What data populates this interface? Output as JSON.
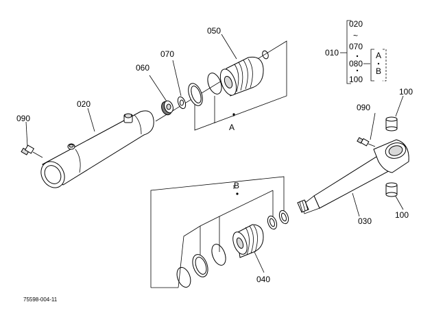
{
  "labels": {
    "l090_left": "090",
    "l020": "020",
    "l060": "060",
    "l070": "070",
    "l050": "050",
    "lA_top": "A",
    "l010": "010",
    "g020": "020",
    "g_tilde": "~",
    "g070": "070",
    "g080": "080",
    "g100": "100",
    "gA": "A",
    "gB": "B",
    "l090_right": "090",
    "l100_top": "100",
    "l100_bottom": "100",
    "l030": "030",
    "lB": "B",
    "l040": "040",
    "drawing_code": "75598-004-11"
  }
}
